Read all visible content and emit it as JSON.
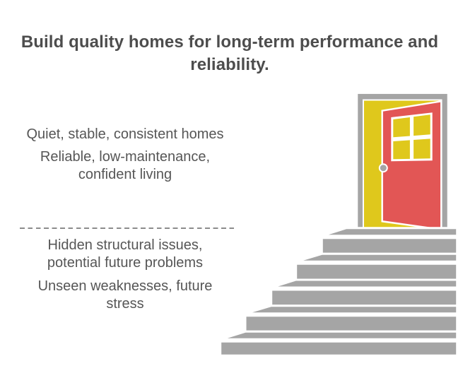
{
  "palette": {
    "bg": "#ffffff",
    "title-text": "#4d4d4d",
    "body-text": "#565656",
    "dash": "#8c8c8c",
    "door-red": "#e25655",
    "accent-yellow": "#dfc81c",
    "stone-gray": "#a5a5a5",
    "outline": "#ffffff"
  },
  "title": "Build quality homes for long-term performance and\nreliability.",
  "benefits": [
    {
      "text": "Quiet, stable, consistent homes"
    },
    {
      "text": "Reliable, low-maintenance,\nconfident living"
    }
  ],
  "risks": [
    {
      "text": "Hidden structural issues,\npotential future problems"
    },
    {
      "text": "Unseen weaknesses, future\nstress"
    }
  ],
  "illustration": {
    "alt": "Open door at the top of a staircase"
  }
}
